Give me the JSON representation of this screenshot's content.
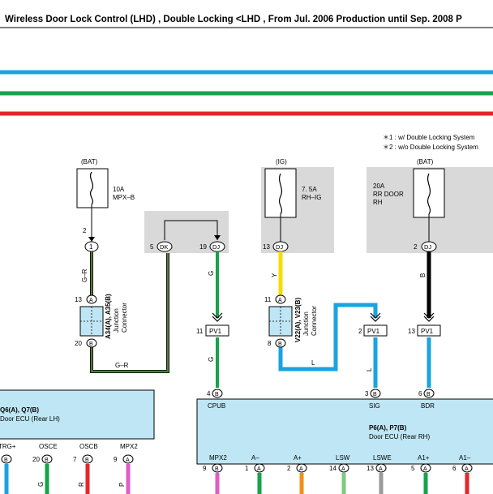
{
  "title": "Wireless Door Lock Control (LHD) , Double Locking <LHD , From Jul. 2006 Production until Sep. 2008 P",
  "colors": {
    "bus_blue": "#1ba3e0",
    "bus_green": "#16a34a",
    "bus_red": "#e5262b",
    "ecu_fill": "#bfe6f5",
    "relay_fill": "#d9d9d9"
  },
  "notes": [
    "＊1 : w/ Double Locking System",
    "＊2 : w/o Double Locking System"
  ],
  "fuses": [
    {
      "source": "(BAT)",
      "rating": "10A",
      "name": "MPX–B",
      "name2": ""
    },
    {
      "source": "(IG)",
      "rating": "7. 5A",
      "name": "RH–IG",
      "name2": ""
    },
    {
      "source": "(BAT)",
      "rating": "20A",
      "name": "RR DOOR",
      "name2": "RH"
    }
  ],
  "pins": {
    "fuse1_out": "2",
    "c1": "1",
    "dk_num": "5",
    "dk": "DK",
    "dj1_num": "19",
    "dj1": "DJ",
    "dj2_num": "13",
    "dj2": "DJ",
    "dj3_num": "2",
    "dj3": "DJ",
    "a34_top_num": "13",
    "a34_top": "A",
    "a34_bot_num": "20",
    "a34_bot": "B",
    "v22_top_num": "11",
    "v22_top": "A",
    "v22_bot_num": "8",
    "v22_bot": "B",
    "pv1a_num": "11",
    "pv1b_num": "2",
    "pv1c_num": "13",
    "pv1": "PV1",
    "cpub_num": "4",
    "cpub_pin": "B",
    "sig_num": "3",
    "sig_pin": "B",
    "bdr_num": "6",
    "bdr_pin": "B"
  },
  "wires": {
    "gr_vert": "G–R",
    "gr_horiz": "G–R",
    "g1": "G",
    "g2": "G",
    "y": "Y",
    "l_horiz": "L",
    "l_vert": "L",
    "b": "B"
  },
  "junctions": [
    {
      "id": "A34(A), A35(B)",
      "line1": "Junction",
      "line2": "Connector"
    },
    {
      "id": "V22(A), V23(B)",
      "line1": "Junction",
      "line2": "Connector"
    }
  ],
  "ecu_lh": {
    "id": "Q6(A), Q7(B)",
    "name": "Door ECU (Rear LH)",
    "pins": [
      {
        "label": "TRG+",
        "num": "",
        "pin": "B",
        "wire": ""
      },
      {
        "label": "OSCE",
        "num": "20",
        "pin": "B",
        "wire": "G"
      },
      {
        "label": "OSCB",
        "num": "7",
        "pin": "B",
        "wire": "R"
      },
      {
        "label": "MPX2",
        "num": "9",
        "pin": "A",
        "wire": "P"
      }
    ]
  },
  "ecu_rh": {
    "id": "P6(A), P7(B)",
    "name": "Door ECU (Rear RH)",
    "top_labels": [
      "CPUB",
      "SIG",
      "BDR"
    ],
    "pins": [
      {
        "label": "MPX2",
        "num": "9",
        "pin": "B"
      },
      {
        "label": "A–",
        "num": "1",
        "pin": "A"
      },
      {
        "label": "A+",
        "num": "2",
        "pin": "A"
      },
      {
        "label": "LSW",
        "num": "14",
        "pin": "A"
      },
      {
        "label": "LSWE",
        "num": "13",
        "pin": "A"
      },
      {
        "label": "A1+",
        "num": "5",
        "pin": "A"
      },
      {
        "label": "A1–",
        "num": "6",
        "pin": "A"
      }
    ]
  }
}
